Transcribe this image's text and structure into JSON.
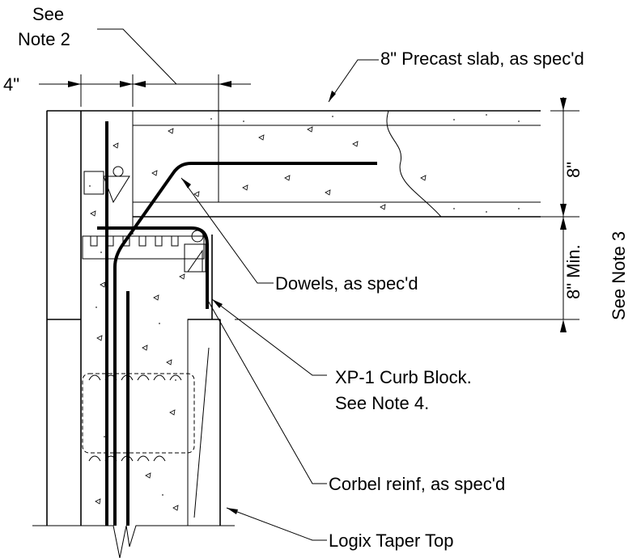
{
  "labels": {
    "see_note_2_line1": "See",
    "see_note_2_line2": "Note 2",
    "dim_4in": "4\"",
    "slab": "8\" Precast slab, as spec'd",
    "dim_8in": "8\"",
    "dim_8in_min": "8\" Min.",
    "see_note_3": "See Note 3",
    "dowels": "Dowels, as spec'd",
    "curb_block_line1": "XP-1 Curb Block.",
    "curb_block_line2": "See Note 4.",
    "corbel": "Corbel reinf, as spec'd",
    "taper_top": "Logix Taper Top"
  }
}
